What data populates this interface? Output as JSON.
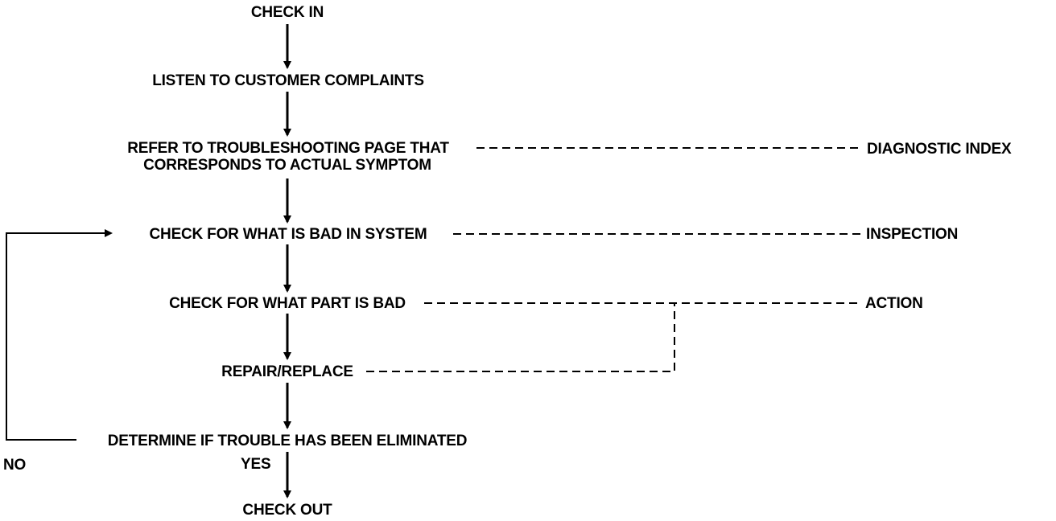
{
  "flowchart": {
    "steps": {
      "check_in": "CHECK IN",
      "listen": "LISTEN TO CUSTOMER COMPLAINTS",
      "refer_line1": "REFER TO TROUBLESHOOTING PAGE THAT",
      "refer_line2": "CORRESPONDS TO ACTUAL SYMPTOM",
      "check_system": "CHECK FOR WHAT IS BAD IN SYSTEM",
      "check_part": "CHECK FOR WHAT PART IS BAD",
      "repair": "REPAIR/REPLACE",
      "determine": "DETERMINE IF TROUBLE HAS BEEN ELIMINATED",
      "check_out": "CHECK OUT"
    },
    "branches": {
      "no": "NO",
      "yes": "YES"
    },
    "categories": {
      "diagnostic_index": "DIAGNOSTIC INDEX",
      "inspection": "INSPECTION",
      "action": "ACTION"
    }
  },
  "colors": {
    "ink": "#000000",
    "background": "#ffffff"
  }
}
